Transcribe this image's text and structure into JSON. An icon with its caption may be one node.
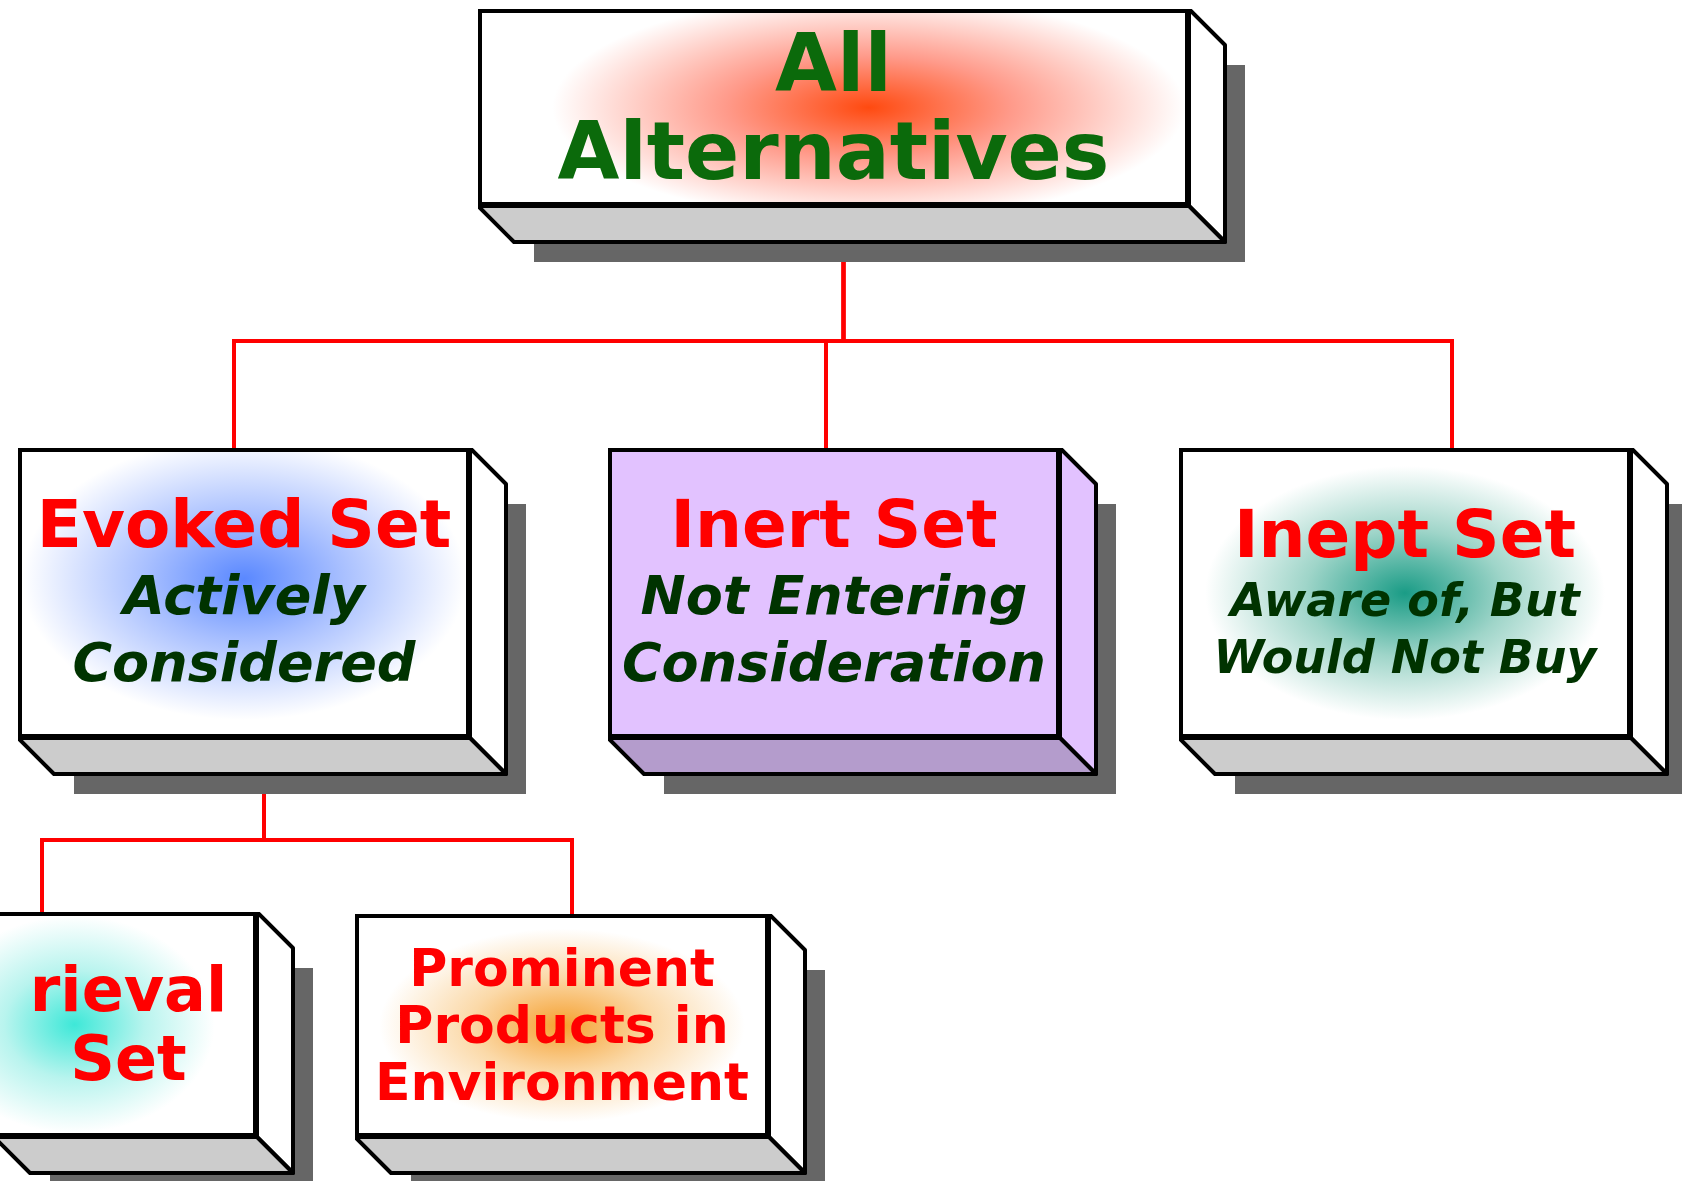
{
  "diagram": {
    "nodes": [
      {
        "text": [
          "All Alternatives"
        ]
      },
      {
        "text": [
          "Evoked Set",
          "Actively Considered"
        ]
      },
      {
        "text": [
          "Inert Set",
          "Not Entering Consideration"
        ]
      },
      {
        "text": [
          "Inept Set",
          "Aware of, But Would Not Buy"
        ]
      },
      {
        "text": [
          "rieval Set"
        ]
      },
      {
        "text": [
          "Prominent Products in Environment"
        ]
      }
    ],
    "edges": [
      {
        "from": 0,
        "to": 1,
        "arrow": "none"
      },
      {
        "from": 0,
        "to": 2,
        "arrow": "none"
      },
      {
        "from": 0,
        "to": 3,
        "arrow": "none"
      },
      {
        "from": 1,
        "to": 4,
        "arrow": "none"
      },
      {
        "from": 1,
        "to": 5,
        "arrow": "none"
      }
    ]
  }
}
